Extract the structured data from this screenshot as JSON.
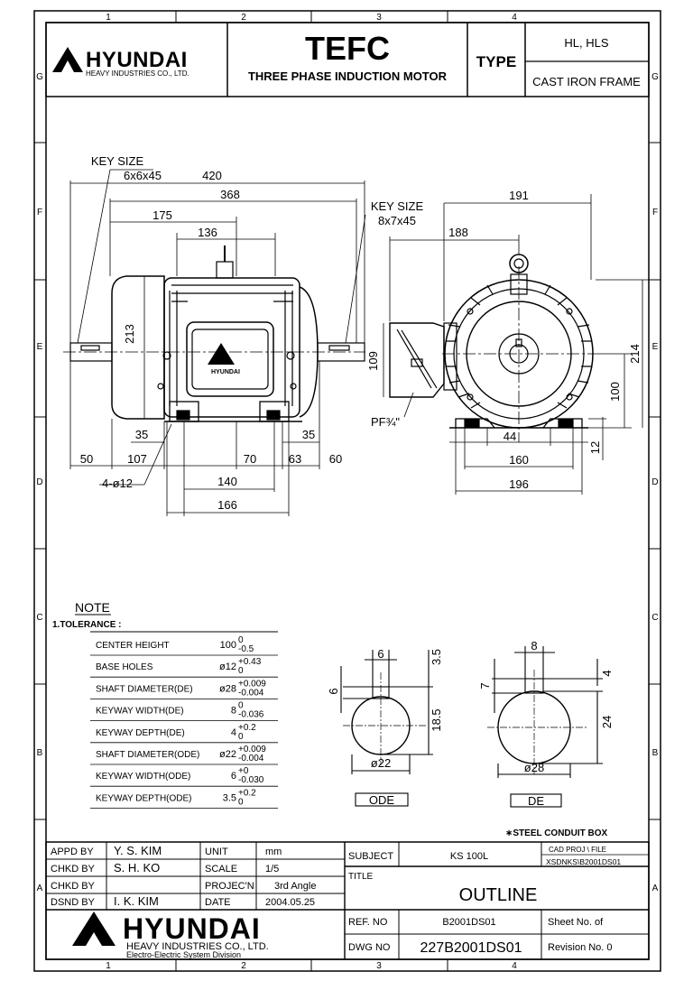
{
  "grid": {
    "cols": [
      "1",
      "2",
      "3",
      "4"
    ],
    "rows_top": [
      "G",
      "F",
      "E",
      "D",
      "C",
      "B",
      "A"
    ]
  },
  "header": {
    "company": "HYUNDAI",
    "company_sub": "HEAVY INDUSTRIES CO., LTD.",
    "product": "TEFC",
    "product_sub": "THREE PHASE INDUCTION MOTOR",
    "type_label": "TYPE",
    "type_value": "HL, HLS",
    "frame": "CAST IRON FRAME"
  },
  "dims": {
    "key_size_de_label": "KEY SIZE",
    "key_size_de": "6x6x45",
    "key_size_nde_label": "KEY SIZE",
    "key_size_nde": "8x7x45",
    "d420": "420",
    "d368": "368",
    "d175": "175",
    "d136": "136",
    "d213": "213",
    "d191": "191",
    "d188": "188",
    "d109": "109",
    "d214": "214",
    "d100": "100",
    "d12": "12",
    "pf": "PF¾\"",
    "d35a": "35",
    "d35b": "35",
    "d50": "50",
    "d107": "107",
    "d70": "70",
    "d63": "63",
    "d60": "60",
    "d140": "140",
    "d166": "166",
    "holes": "4-ø12",
    "d44": "44",
    "d160": "160",
    "d196": "196",
    "nameplate": "HYUNDAI"
  },
  "note": {
    "title": "NOTE",
    "tolerance": "1.TOLERANCE :",
    "rows": [
      {
        "label": "CENTER HEIGHT",
        "base": "100",
        "up": "0",
        "down": "-0.5"
      },
      {
        "label": "BASE HOLES",
        "base": "ø12",
        "up": "+0.43",
        "down": "0"
      },
      {
        "label": "SHAFT DIAMETER(DE)",
        "base": "ø28",
        "up": "+0.009",
        "down": "-0.004"
      },
      {
        "label": "KEYWAY WIDTH(DE)",
        "base": "8",
        "up": "0",
        "down": "-0.036"
      },
      {
        "label": "KEYWAY DEPTH(DE)",
        "base": "4",
        "up": "+0.2",
        "down": "0"
      },
      {
        "label": "SHAFT DIAMETER(ODE)",
        "base": "ø22",
        "up": "+0.009",
        "down": "-0.004"
      },
      {
        "label": "KEYWAY WIDTH(ODE)",
        "base": "6",
        "up": "+0",
        "down": "-0.030"
      },
      {
        "label": "KEYWAY DEPTH(ODE)",
        "base": "3.5",
        "up": "+0.2",
        "down": "0"
      }
    ]
  },
  "shaft_ode": {
    "label": "ODE",
    "w": "6",
    "d1": "3.5",
    "d2": "6",
    "d3": "18.5",
    "dia": "ø22"
  },
  "shaft_de": {
    "label": "DE",
    "w": "8",
    "d1": "7",
    "d2": "4",
    "d3": "24",
    "dia": "ø28"
  },
  "conduit": "∗STEEL CONDUIT BOX",
  "title_block": {
    "appd_label": "APPD BY",
    "appd": "Y. S. KIM",
    "chkd1_label": "CHKD BY",
    "chkd1": "S. H. KO",
    "chkd2_label": "CHKD BY",
    "chkd2": "",
    "dsnd_label": "DSND BY",
    "dsnd": "I. K. KIM",
    "unit_label": "UNIT",
    "unit": "mm",
    "scale_label": "SCALE",
    "scale": "1/5",
    "proj_label": "PROJEC'N",
    "proj": "3rd Angle",
    "date_label": "DATE",
    "date": "2004.05.25",
    "subject_label": "SUBJECT",
    "subject": "KS 100L",
    "cad_label": "CAD PROJ  \\ FILE",
    "cad": "XSDNKS\\B2001DS01",
    "title_label": "TITLE",
    "title": "OUTLINE",
    "ref_label": "REF. NO",
    "ref": "B2001DS01",
    "sheet_label": "Sheet No.    of",
    "dwg_label": "DWG NO",
    "dwg": "227B2001DS01",
    "rev_label": "Revision No.   0",
    "logo": "HYUNDAI",
    "logo_sub1": "HEAVY  INDUSTRIES  CO.,  LTD.",
    "logo_sub2": "Electro-Electric System Division"
  }
}
